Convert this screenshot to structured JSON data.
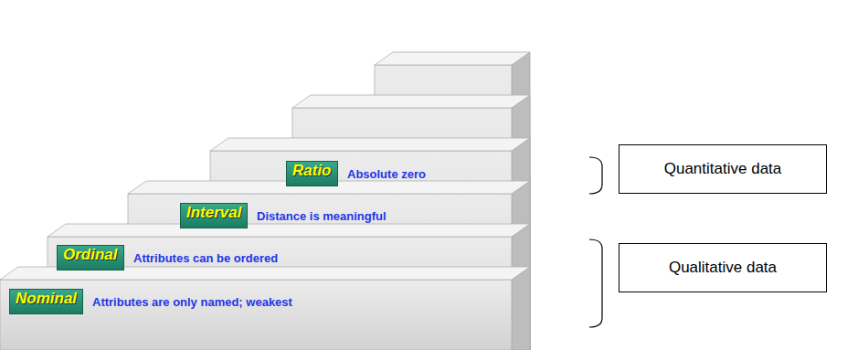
{
  "diagram": {
    "nodes": [
      {
        "text": [
          "Ratio"
        ]
      },
      {
        "text": [
          "Interval"
        ]
      },
      {
        "text": [
          "Ordinal"
        ]
      },
      {
        "text": [
          "Nominal"
        ]
      },
      {
        "text": [
          "Quantitative data"
        ]
      },
      {
        "text": [
          "Qualitative data"
        ]
      }
    ],
    "labels": [
      "Absolute zero",
      "Distance is meaningful",
      "Attributes can be ordered",
      "Attributes are only named; weakest"
    ]
  }
}
